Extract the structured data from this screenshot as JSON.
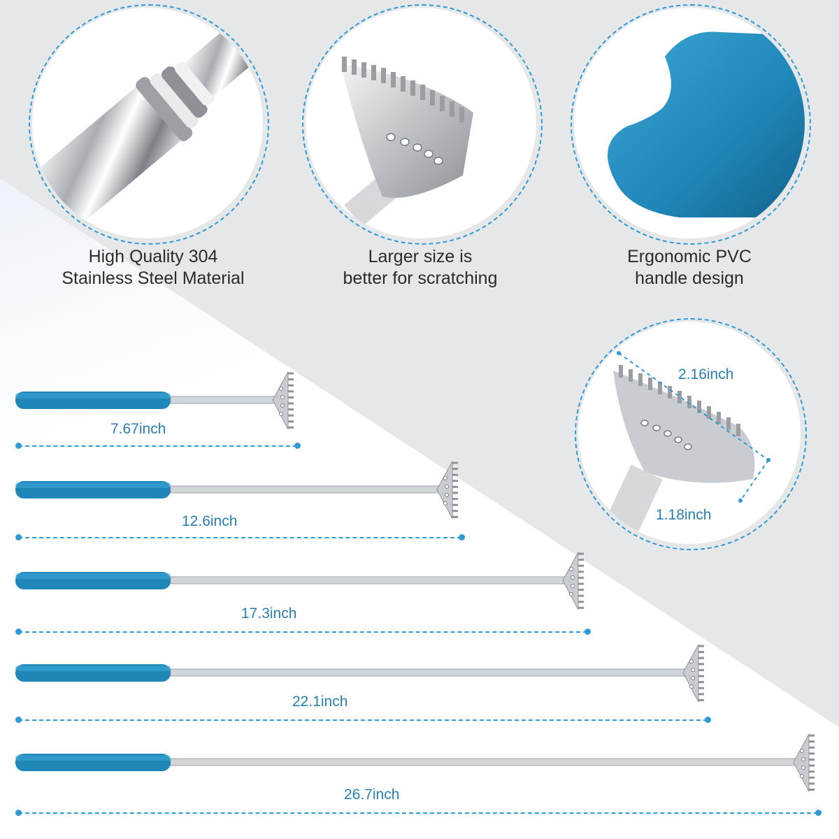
{
  "features": [
    {
      "line1": "High Quality 304",
      "line2": "Stainless Steel Material",
      "icon": "steel-tube-closeup"
    },
    {
      "line1": "Larger size is",
      "line2": "better for scratching",
      "icon": "scratcher-head-closeup"
    },
    {
      "line1": "Ergonomic PVC",
      "line2": "handle design",
      "icon": "blue-handle-closeup"
    }
  ],
  "lengths": [
    {
      "label": "7.67inch"
    },
    {
      "label": "12.6inch"
    },
    {
      "label": "17.3inch"
    },
    {
      "label": "22.1inch"
    },
    {
      "label": "26.7inch"
    }
  ],
  "head_dimensions": {
    "width_label": "2.16inch",
    "height_label": "1.18inch"
  },
  "colors": {
    "handle_blue": "#1f86b8",
    "accent_blue": "#2f9bd6",
    "steel": "#c9ccd0",
    "background_grey": "#e6e7e9"
  }
}
